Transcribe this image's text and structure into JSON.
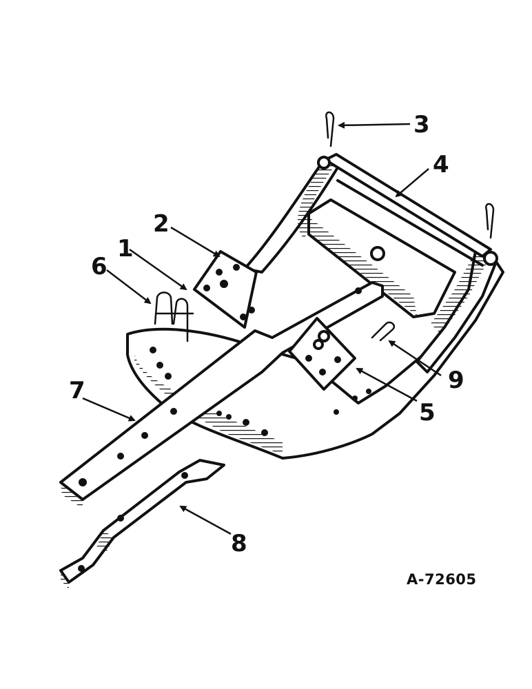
{
  "diagram": {
    "figure_id": "A-72605",
    "callouts": [
      {
        "id": "1",
        "label": "1"
      },
      {
        "id": "2",
        "label": "2"
      },
      {
        "id": "3",
        "label": "3"
      },
      {
        "id": "4",
        "label": "4"
      },
      {
        "id": "5",
        "label": "5"
      },
      {
        "id": "6",
        "label": "6"
      },
      {
        "id": "7",
        "label": "7"
      },
      {
        "id": "8",
        "label": "8"
      },
      {
        "id": "9",
        "label": "9"
      }
    ]
  },
  "colors": {
    "ink": "#111111",
    "paper": "#ffffff"
  }
}
